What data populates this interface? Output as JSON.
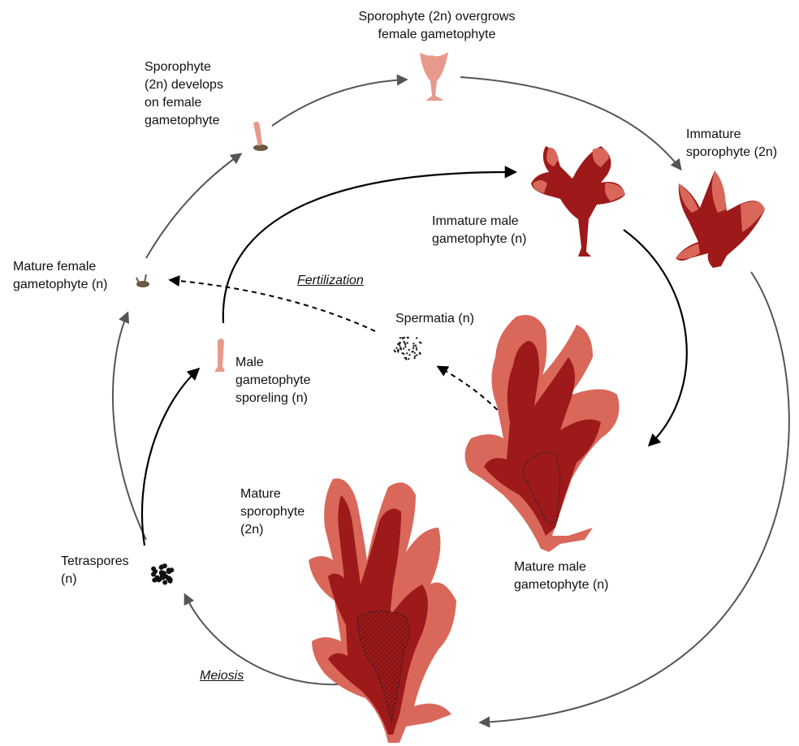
{
  "labels": {
    "sporophyte_overgrows": "Sporophyte (2n) overgrows\nfemale gametophyte",
    "sporophyte_develops": "Sporophyte\n(2n) develops\non female\ngametophyte",
    "immature_sporophyte": "Immature\nsporophyte (2n)",
    "immature_male": "Immature male\ngametophyte (n)",
    "mature_female": "Mature female\ngametophyte (n)",
    "fertilization": "Fertilization",
    "spermatia": "Spermatia (n)",
    "male_sporeling": "Male\ngametophyte\nsporeling (n)",
    "mature_sporophyte": "Mature\nsporophyte\n(2n)",
    "tetraspores": "Tetraspores\n(n)",
    "mature_male": "Mature male\ngametophyte (n)",
    "meiosis": "Meiosis"
  },
  "colors": {
    "thallus_dark": "#9e1a1a",
    "thallus_light": "#d9685a",
    "young_pink": "#e79a8c",
    "female_gametophyte": "#6b5a40",
    "cycle_arrow_outer": "#555555",
    "cycle_arrow_inner": "#000000"
  }
}
